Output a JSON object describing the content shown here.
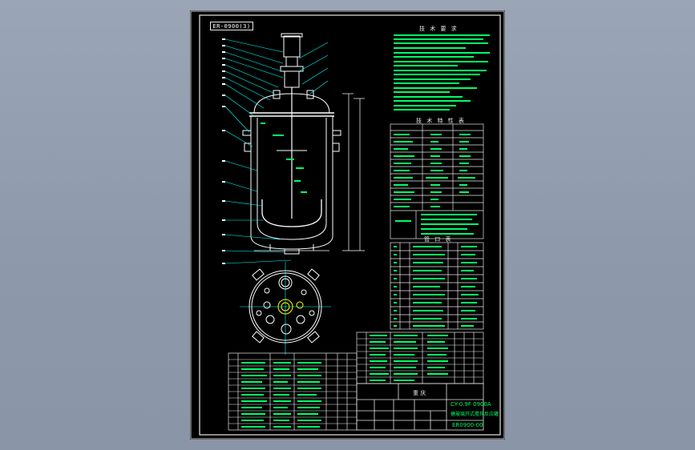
{
  "drawing": {
    "view_tag": "ER-0900(3)",
    "notes_title": "技 术 要 求",
    "spec_title": "技 术 特 性 表",
    "nozzle_title": "管 口 表",
    "title_block": {
      "company": "重 庆",
      "part_code": "CY-0.9F 0900A",
      "description": "搪玻璃开式搅拌反应罐",
      "drawing_no": "ER0900-00"
    }
  },
  "colors": {
    "background": "#000000",
    "frame": "#e6e6e6",
    "geometry": "#ffffff",
    "leaders": "#00ffff",
    "text": "#00ff66",
    "highlight": "#ffff00"
  }
}
